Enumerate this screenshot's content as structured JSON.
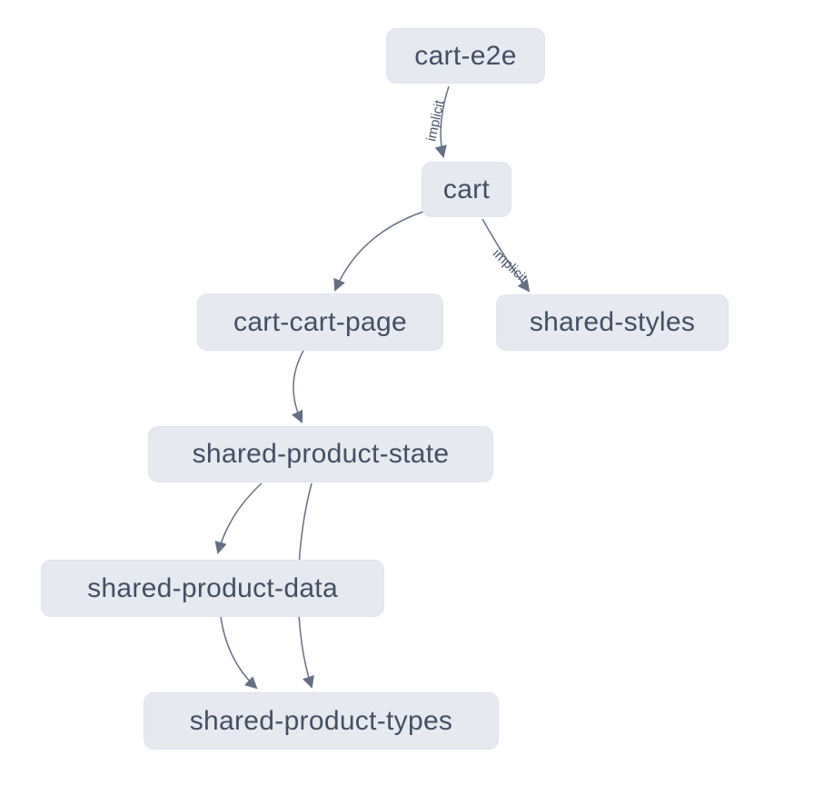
{
  "diagram": {
    "type": "project-dependency-graph",
    "colors": {
      "background": "#ffffff",
      "node_fill": "#e6e9f0",
      "node_border": "#dfe4ed",
      "node_text": "#454f63",
      "edge_stroke": "#667084",
      "edge_label_text": "#4b5568"
    }
  },
  "nodes": [
    {
      "id": "cart-e2e",
      "label": "cart-e2e"
    },
    {
      "id": "cart",
      "label": "cart"
    },
    {
      "id": "cart-cart-page",
      "label": "cart-cart-page"
    },
    {
      "id": "shared-styles",
      "label": "shared-styles"
    },
    {
      "id": "shared-product-state",
      "label": "shared-product-state"
    },
    {
      "id": "shared-product-data",
      "label": "shared-product-data"
    },
    {
      "id": "shared-product-types",
      "label": "shared-product-types"
    }
  ],
  "edges": [
    {
      "from": "cart-e2e",
      "to": "cart",
      "label": "implicit"
    },
    {
      "from": "cart",
      "to": "cart-cart-page",
      "label": ""
    },
    {
      "from": "cart",
      "to": "shared-styles",
      "label": "implicit"
    },
    {
      "from": "cart-cart-page",
      "to": "shared-product-state",
      "label": ""
    },
    {
      "from": "shared-product-state",
      "to": "shared-product-data",
      "label": ""
    },
    {
      "from": "shared-product-state",
      "to": "shared-product-types",
      "label": ""
    },
    {
      "from": "shared-product-data",
      "to": "shared-product-types",
      "label": ""
    }
  ]
}
